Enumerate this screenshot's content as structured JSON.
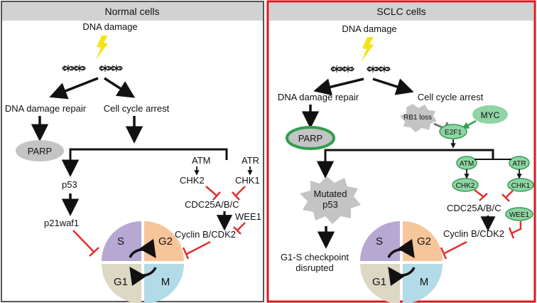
{
  "panels": {
    "normal": {
      "title": "Normal cells",
      "dna_damage": "DNA damage",
      "repair": "DNA damage repair",
      "arrest": "Cell cycle arrest",
      "parp": "PARP",
      "p53": "p53",
      "p21": "p21waf1",
      "atm": "ATM",
      "atr": "ATR",
      "chk2": "CHK2",
      "chk1": "CHK1",
      "cdc25": "CDC25A/B/C",
      "wee1": "WEE1",
      "cyclin": "Cyclin B/CDK2",
      "phases": {
        "s": "S",
        "g2": "G2",
        "g1": "G1",
        "m": "M"
      }
    },
    "sclc": {
      "title": "SCLC cells",
      "dna_damage": "DNA damage",
      "repair": "DNA damage repair",
      "arrest": "Cell cycle arrest",
      "rb1": "RB1 loss",
      "myc": "MYC",
      "e2f1": "E2F1",
      "parp": "PARP",
      "atm": "ATM",
      "atr": "ATR",
      "chk2": "CHK2",
      "chk1": "CHK1",
      "cdc25": "CDC25A/B/C",
      "wee1": "WEE1",
      "cyclin": "Cyclin B/CDK2",
      "mutated1": "Mutated",
      "mutated2": "p53",
      "g1s1": "G1-S checkpoint",
      "g1s2": "disrupted",
      "phases": {
        "s": "S",
        "g2": "G2",
        "g1": "G1",
        "m": "M"
      }
    }
  },
  "colors": {
    "normal_border": "#555555",
    "sclc_border": "#e0141e",
    "header_bg": "#d2d2d2",
    "lightning": "#f5e31a",
    "inhibit": "#e03030",
    "green_fill": "#8fd4a4",
    "green_stroke": "#2f9e4f",
    "gray_shape": "#c4c4c4",
    "phase_s": "#b6a8d3",
    "phase_g2": "#f7c59a",
    "phase_g1": "#ddd8c4",
    "phase_m": "#b3dbe7"
  }
}
